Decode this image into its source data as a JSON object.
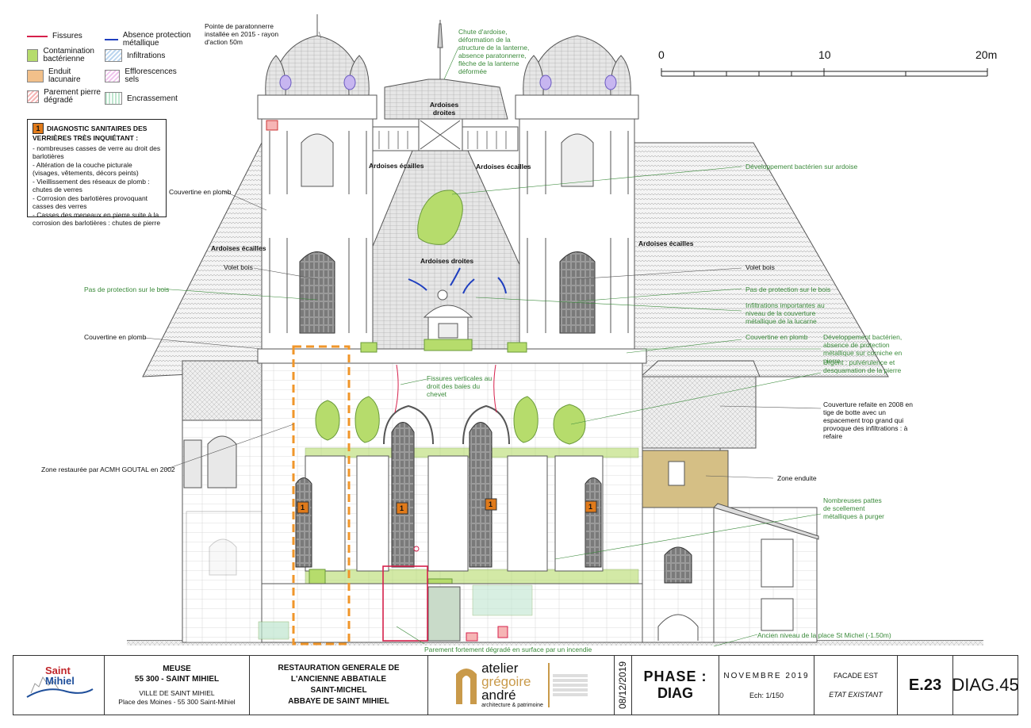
{
  "legend": {
    "items": [
      {
        "label": "Fissures",
        "kind": "line",
        "color": "#d6204b"
      },
      {
        "label": "Absence protection métallique",
        "kind": "line",
        "color": "#1f3fbf"
      },
      {
        "label": "Contamination bactérienne",
        "kind": "swatch",
        "color": "#b6dc6c"
      },
      {
        "label": "Infiltrations",
        "kind": "swatch",
        "color": "#bcd6ef"
      },
      {
        "label": "Enduit lacunaire",
        "kind": "swatch",
        "color": "#f2c08a"
      },
      {
        "label": "Efflorescences sels",
        "kind": "swatch",
        "color": "#f0c6ee"
      },
      {
        "label": "Parement pierre dégradé",
        "kind": "swatch",
        "color": "#f6b5b5"
      },
      {
        "label": "Encrassement",
        "kind": "swatch",
        "color": "#bfe6cf"
      }
    ]
  },
  "diagnostic": {
    "number": "1",
    "title": "DIAGNOSTIC SANITAIRES DES VERRIÈRES TRÈS INQUIÉTANT :",
    "items": [
      "- nombreuses casses de verre au droit des barlotières",
      "- Altération de la couche picturale (visages, vêtements, décors peints)",
      "- Vieillissement des réseaux de plomb : chutes de verres",
      "- Corrosion des barlotières provoquant casses des verres",
      "- Casses des meneaux en pierre suite à la corrosion des barlotières : chutes de pierre"
    ]
  },
  "scale": {
    "labels": [
      "0",
      "10",
      "20m"
    ]
  },
  "annotations": {
    "paratonnerre": "Pointe de paratonnerre installée en 2015 - rayon d'action 50m",
    "chute_ardoise": "Chute d'ardoise, déformation de la structure de la lanterne, absence paratonnerre, flèche de la lanterne déformée",
    "ardoises_droites_top": "Ardoises droites",
    "ardoises_ecailles_1": "Ardoises écailles",
    "ardoises_ecailles_2": "Ardoises écailles",
    "ardoises_ecailles_3": "Ardoises écailles",
    "ardoises_ecailles_4": "Ardoises écailles",
    "ardoises_droites_mid": "Ardoises droites",
    "dev_bacterien_ardoise": "Développement bactérien sur ardoise",
    "couvertine_plomb_1": "Couvertine en plomb",
    "couvertine_plomb_2": "Couvertine en plomb",
    "couvertine_plomb_3": "Couvertine en plomb",
    "volet_bois_left": "Volet bois",
    "volet_bois_right": "Volet bois",
    "pas_protection_left": "Pas de protection sur le bois",
    "pas_protection_right": "Pas de protection sur le bois",
    "infiltrations_lucarne": "Infiltrations importantes au niveau de la couverture métallique de la lucarne",
    "dev_bacterien_corniche": "Développement bactérien, absence de protection métallique sur corniche en pierre",
    "urgent": "Urgent : pulvérulence et desquamation de la pierre",
    "fissures_verticales": "Fissures verticales au droit des baies du chevet",
    "couverture_refaite": "Couverture refaite en 2008 en tige de botte avec un espacement trop grand qui provoque des infiltrations : à refaire",
    "zone_restauree": "Zone restaurée par ACMH GOUTAL en 2002",
    "zone_enduite": "Zone enduite",
    "pattes_scellement": "Nombreuses pattes de scellement métalliques à purger",
    "ancien_niveau": "Ancien niveau de la place St Michel (-1.50m)",
    "parement_degrade": "Parement fortement dégradé en surface par un incendie",
    "badge": "1"
  },
  "titleblock": {
    "logo_saint": "Saint",
    "logo_mihiel": "Mihiel",
    "dept": "MEUSE",
    "city": "55 300 - SAINT MIHIEL",
    "ville": "VILLE DE SAINT MIHIEL",
    "address": "Place des Moines - 55 300 Saint-Mihiel",
    "project_1": "RESTAURATION GENERALE DE",
    "project_2": "L'ANCIENNE ABBATIALE",
    "project_3": "SAINT-MICHEL",
    "project_4": "ABBAYE DE SAINT MIHIEL",
    "arch_1": "atelier",
    "arch_2": "grégoire",
    "arch_3": "andré",
    "arch_sub": "architecture & patrimoine",
    "date": "08/12/2019",
    "phase_label": "PHASE :",
    "phase_value": "DIAG",
    "month": "NOVEMBRE 2019",
    "echelle": "Ech: 1/150",
    "facade": "FACADE EST",
    "etat": "ETAT EXISTANT",
    "sheet": "E.23",
    "diag": "DIAG.45"
  }
}
